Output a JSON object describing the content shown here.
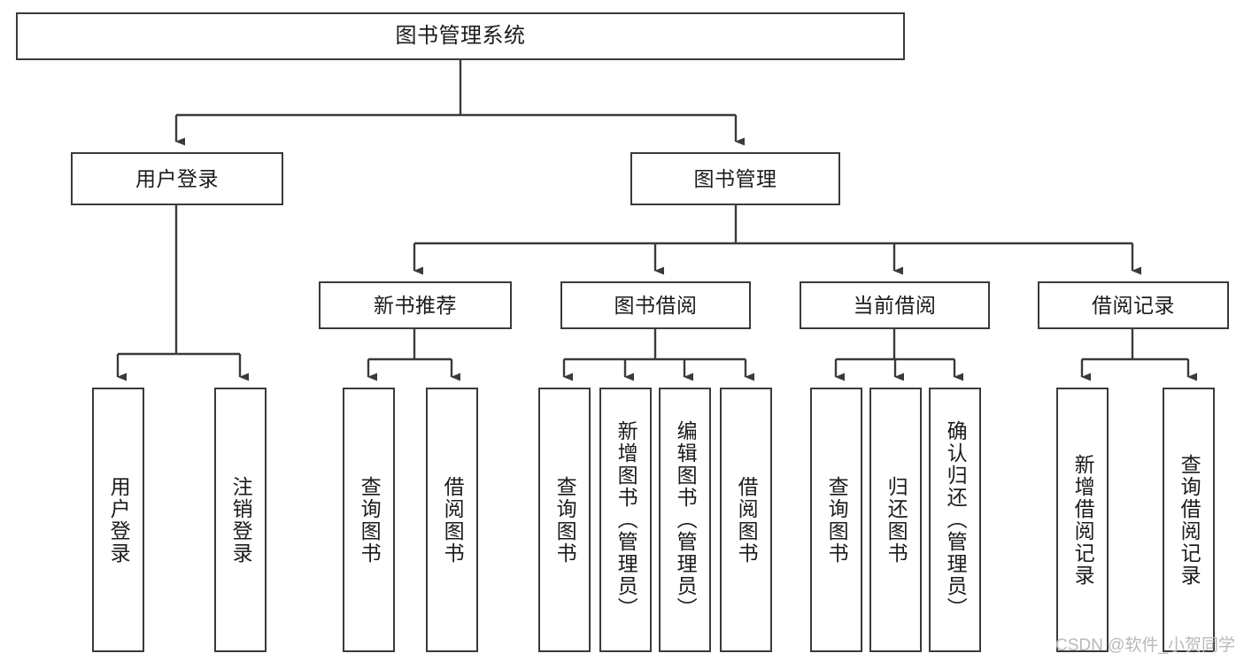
{
  "diagram": {
    "type": "tree-hierarchy",
    "title": "图书管理系统",
    "stroke_color": "#3a3a3a",
    "background_color": "#ffffff",
    "text_color": "#1b1b1b"
  },
  "root": {
    "label": "图书管理系统"
  },
  "level2": [
    {
      "label": "用户登录"
    },
    {
      "label": "图书管理"
    }
  ],
  "level3": [
    {
      "label": "新书推荐"
    },
    {
      "label": "图书借阅"
    },
    {
      "label": "当前借阅"
    },
    {
      "label": "借阅记录"
    }
  ],
  "leaves": {
    "user_login": [
      {
        "label": "用户登录"
      },
      {
        "label": "注销登录"
      }
    ],
    "new_book_recommend": [
      {
        "label": "查询图书"
      },
      {
        "label": "借阅图书"
      }
    ],
    "book_borrow": [
      {
        "label": "查询图书"
      },
      {
        "label": "新增图书（管理员）"
      },
      {
        "label": "编辑图书（管理员）"
      },
      {
        "label": "借阅图书"
      }
    ],
    "current_borrow": [
      {
        "label": "查询图书"
      },
      {
        "label": "归还图书"
      },
      {
        "label": "确认归还（管理员）"
      }
    ],
    "borrow_record": [
      {
        "label": "新增借阅记录"
      },
      {
        "label": "查询借阅记录"
      }
    ]
  },
  "watermark": {
    "text": "CSDN @软件_小贺同学"
  }
}
